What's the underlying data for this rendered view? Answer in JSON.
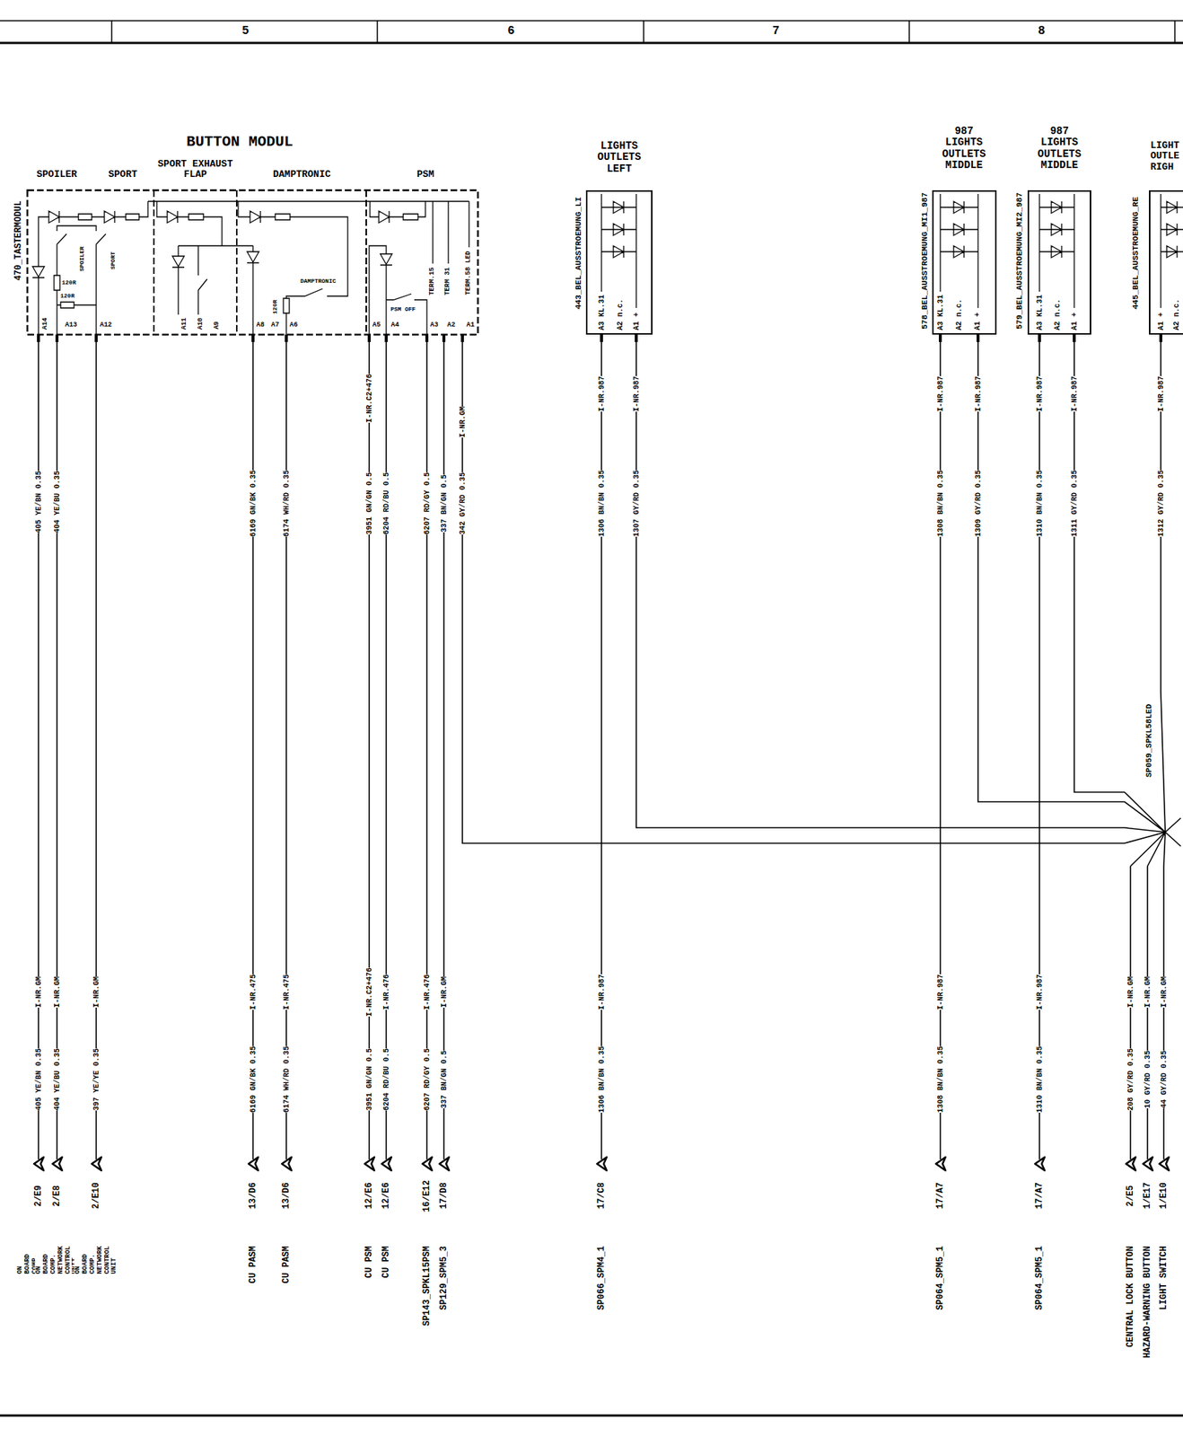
{
  "diagram": {
    "nodes": [
      {
        "text": [
          "BUTTON MODUL",
          "470_TASTERMODUL"
        ]
      },
      {
        "text": [
          "LIGHTS OUTLETS LEFT",
          "443_BEL_AUSSTROEMUNG_LI"
        ]
      },
      {
        "text": [
          "987 LIGHTS OUTLETS MIDDLE",
          "578_BEL_AUSSTROEMUNG_MI1_987"
        ]
      },
      {
        "text": [
          "987 LIGHTS OUTLETS MIDDLE",
          "579_BEL_AUSSTROEMUNG_MI2_987"
        ]
      },
      {
        "text": [
          "LIGHT OUTLE RIGH",
          "445_BEL_AUSSTROEMUNG_RE"
        ]
      },
      {
        "text": [
          "SP059_SPKL58LED"
        ]
      }
    ],
    "edges": [
      {
        "from": 0,
        "to": 5,
        "arrow": "none"
      },
      {
        "from": 1,
        "to": 5,
        "arrow": "none"
      },
      {
        "from": 2,
        "to": 5,
        "arrow": "none"
      },
      {
        "from": 3,
        "to": 5,
        "arrow": "none"
      },
      {
        "from": 4,
        "to": 5,
        "arrow": "none"
      }
    ],
    "labels": [
      "5",
      "6",
      "7",
      "8",
      "SPOILER",
      "SPORT",
      "SPORT EXHAUST FLAP",
      "DAMPTRONIC",
      "PSM",
      "SPOILER",
      "SPORT",
      "120R",
      "120R",
      "A14",
      "A13",
      "A12",
      "A11",
      "A10",
      "A9",
      "DAMPTRONIC",
      "120R",
      "A8",
      "A7",
      "A6",
      "PSM OFF",
      "TERM.15",
      "TERM 31",
      "TERM.58 LED",
      "A5",
      "A4",
      "A3",
      "A2",
      "A1",
      "405 YE/BN 0.35",
      "404 YE/BU 0.35",
      "6169 GN/BK 0.35",
      "6174 WH/RD 0.35",
      "I-NR.C2+476",
      "3951 GN/GN 0.5",
      "6204 RD/BU 0.5",
      "6207 RD/GY 0.5",
      "337 BN/GN 0.5",
      "I-NR.GM",
      "342 GY/RD 0.35",
      "A3 KL.31",
      "A2 n.c.",
      "A1 +",
      "I-NR.987",
      "1306 BN/BN 0.35",
      "I-NR.987",
      "1307 GY/RD 0.35",
      "A3 KL.31",
      "A2 n.c.",
      "A1 +",
      "I-NR.987",
      "1308 BN/BN 0.35",
      "I-NR.987",
      "1309 GY/RD 0.35",
      "A3 KL.31",
      "A2 n.c.",
      "A1 +",
      "I-NR.987",
      "1310 BN/BN 0.35",
      "I-NR.987",
      "1311 GY/RD 0.35",
      "A1 +",
      "A2 n.c.",
      "I-NR.987",
      "1312 GY/RD 0.35",
      "I-NR.GM",
      "405 YE/BN 0.35",
      "2/E9",
      "ON BOARD COMP. NETWORK CONTROL UNIT",
      "I-NR.GM",
      "404 YE/BU 0.35",
      "2/E8",
      "ON BOARD COMP. NETWORK CONTROL UNIT",
      "I-NR.GM",
      "397 YE/YE 0.35",
      "2/E10",
      "ON BOARD COMP. NETWORK CONTROL UNIT",
      "I-NR.475",
      "6169 GN/BK 0.35",
      "13/D6",
      "CU PASM",
      "I-NR.475",
      "6174 WH/RD 0.35",
      "13/D6",
      "CU PASM",
      "I-NR.C2+476",
      "3951 GN/GN 0.5",
      "12/E6",
      "CU PSM",
      "I-NR.476",
      "6204 RD/BU 0.5",
      "12/E6",
      "CU PSM",
      "I-NR.476",
      "6207 RD/GY 0.5",
      "16/E12",
      "SP143_SPKL15PSM",
      "I-NR.GM",
      "337 BN/GN 0.5",
      "17/D8",
      "SP129_SPM5_3",
      "I-NR.987",
      "1306 BN/BN 0.35",
      "17/C8",
      "SP066_SPM4_1",
      "I-NR.987",
      "1308 BN/BN 0.35",
      "17/A7",
      "SP064_SPM5_1",
      "I-NR.987",
      "1310 BN/BN 0.35",
      "17/A7",
      "SP064_SPM5_1",
      "I-NR.GM",
      "208 GY/RD 0.35",
      "2/E5",
      "CENTRAL LOCK BUTTON",
      "I-NR.GM",
      "10 GY/RD 0.35",
      "1/E17",
      "HAZARD-WARNING BUTTON",
      "I-NR.GM",
      "44 GY/RD 0.35",
      "1/E10",
      "LIGHT SWITCH"
    ]
  }
}
